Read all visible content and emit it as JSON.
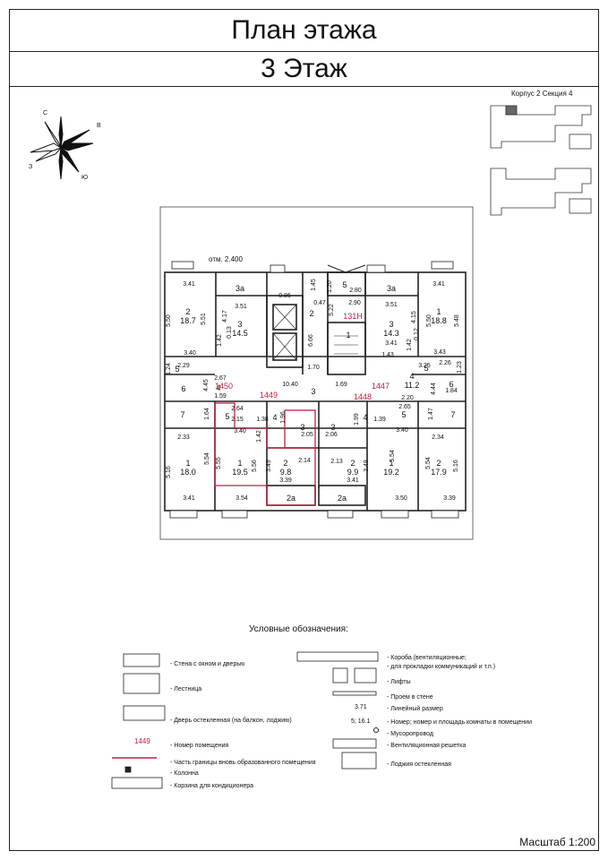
{
  "header": {
    "title": "План этажа",
    "floor": "3 Этаж"
  },
  "keyplan": {
    "label": "Корпус 2 Секция 4"
  },
  "compass": {
    "n": "С",
    "e": "В",
    "s": "Ю",
    "w": "З"
  },
  "plan": {
    "elevation": "отм. 2.400",
    "dims": [
      {
        "name": "d-341-tl",
        "text": "3.41"
      },
      {
        "name": "d-550-l",
        "text": "5.50"
      },
      {
        "name": "d-551-l",
        "text": "5.51"
      },
      {
        "name": "d-340-l",
        "text": "3.40"
      },
      {
        "name": "d-351-l",
        "text": "3.51"
      },
      {
        "name": "d-417-l",
        "text": "4.17"
      },
      {
        "name": "d-142-l",
        "text": "1.42"
      },
      {
        "name": "d-013-l",
        "text": "0.13"
      },
      {
        "name": "d-086",
        "text": "0.86"
      },
      {
        "name": "d-145",
        "text": "1.45"
      },
      {
        "name": "d-120",
        "text": "1.20"
      },
      {
        "name": "d-280",
        "text": "2.80"
      },
      {
        "name": "d-047",
        "text": "0.47"
      },
      {
        "name": "d-522",
        "text": "5.22"
      },
      {
        "name": "d-290",
        "text": "2.90"
      },
      {
        "name": "d-666",
        "text": "6.66"
      },
      {
        "name": "d-170",
        "text": "1.70"
      },
      {
        "name": "d-351-r",
        "text": "3.51"
      },
      {
        "name": "d-415-r",
        "text": "4.15"
      },
      {
        "name": "d-341-r",
        "text": "3.41"
      },
      {
        "name": "d-012-r",
        "text": "0.12"
      },
      {
        "name": "d-142-r",
        "text": "1.42"
      },
      {
        "name": "d-143",
        "text": "1.43"
      },
      {
        "name": "d-341-tr",
        "text": "3.41"
      },
      {
        "name": "d-550-r",
        "text": "5.50"
      },
      {
        "name": "d-548-r",
        "text": "5.48"
      },
      {
        "name": "d-343-r",
        "text": "3.43"
      },
      {
        "name": "d-124",
        "text": "1.24"
      },
      {
        "name": "d-229",
        "text": "2.29"
      },
      {
        "name": "d-267",
        "text": "2.67"
      },
      {
        "name": "d-445",
        "text": "4.45"
      },
      {
        "name": "d-159",
        "text": "1.59"
      },
      {
        "name": "d-1040",
        "text": "10.40"
      },
      {
        "name": "d-169",
        "text": "1.69"
      },
      {
        "name": "d-325",
        "text": "3.25"
      },
      {
        "name": "d-226",
        "text": "2.26"
      },
      {
        "name": "d-123",
        "text": "1.23"
      },
      {
        "name": "d-444",
        "text": "4.44"
      },
      {
        "name": "d-220",
        "text": "2.20"
      },
      {
        "name": "d-184",
        "text": "1.84"
      },
      {
        "name": "d-164",
        "text": "1.64"
      },
      {
        "name": "d-264",
        "text": "2.64"
      },
      {
        "name": "d-215",
        "text": "2.15"
      },
      {
        "name": "d-138",
        "text": "1.38"
      },
      {
        "name": "d-196",
        "text": "1.96"
      },
      {
        "name": "d-199",
        "text": "1.99"
      },
      {
        "name": "d-265",
        "text": "2.65"
      },
      {
        "name": "d-139",
        "text": "1.39"
      },
      {
        "name": "d-147",
        "text": "1.47"
      },
      {
        "name": "d-233",
        "text": "2.33"
      },
      {
        "name": "d-340-b",
        "text": "3.40"
      },
      {
        "name": "d-142-b",
        "text": "1.42"
      },
      {
        "name": "d-205",
        "text": "2.05"
      },
      {
        "name": "d-206",
        "text": "2.06"
      },
      {
        "name": "d-340-b2",
        "text": "3.40"
      },
      {
        "name": "d-234",
        "text": "2.34"
      },
      {
        "name": "d-516-l",
        "text": "5.16"
      },
      {
        "name": "d-555",
        "text": "5.55"
      },
      {
        "name": "d-554-l",
        "text": "5.54"
      },
      {
        "name": "d-556",
        "text": "5.56"
      },
      {
        "name": "d-349-l",
        "text": "3.49"
      },
      {
        "name": "d-214",
        "text": "2.14"
      },
      {
        "name": "d-213",
        "text": "2.13"
      },
      {
        "name": "d-349-r",
        "text": "3.49"
      },
      {
        "name": "d-554-r",
        "text": "5.54"
      },
      {
        "name": "d-554-r2",
        "text": "5.54"
      },
      {
        "name": "d-516-r",
        "text": "5.16"
      },
      {
        "name": "d-339-c",
        "text": "3.39"
      },
      {
        "name": "d-341-c",
        "text": "3.41"
      },
      {
        "name": "d-341-bl",
        "text": "3.41"
      },
      {
        "name": "d-354",
        "text": "3.54"
      },
      {
        "name": "d-350",
        "text": "3.50"
      },
      {
        "name": "d-339-br",
        "text": "3.39"
      }
    ],
    "rooms": [
      {
        "name": "room-2-187",
        "num": "2",
        "area": "18.7"
      },
      {
        "name": "room-3-145",
        "num": "3",
        "area": "14.5"
      },
      {
        "name": "room-3a-l",
        "num": "3а",
        "area": ""
      },
      {
        "name": "room-5-top",
        "num": "5",
        "area": ""
      },
      {
        "name": "room-2-core",
        "num": "2",
        "area": ""
      },
      {
        "name": "room-1-stair",
        "num": "1",
        "area": ""
      },
      {
        "name": "room-3a-r",
        "num": "3а",
        "area": ""
      },
      {
        "name": "room-3-143",
        "num": "3",
        "area": "14.3"
      },
      {
        "name": "room-1-188",
        "num": "1",
        "area": "18.8"
      },
      {
        "name": "room-5-l",
        "num": "5",
        "area": ""
      },
      {
        "name": "room-4-l",
        "num": "4",
        "area": ""
      },
      {
        "name": "room-6-l",
        "num": "6",
        "area": ""
      },
      {
        "name": "room-3-corr",
        "num": "3",
        "area": ""
      },
      {
        "name": "room-4-112",
        "num": "4",
        "area": "11.2"
      },
      {
        "name": "room-5-r",
        "num": "5",
        "area": ""
      },
      {
        "name": "room-6-r",
        "num": "6",
        "area": ""
      },
      {
        "name": "room-7-l",
        "num": "7",
        "area": ""
      },
      {
        "name": "room-7-r",
        "num": "7",
        "area": ""
      },
      {
        "name": "room-5-ml",
        "num": "5",
        "area": ""
      },
      {
        "name": "room-4-ml",
        "num": "4",
        "area": ""
      },
      {
        "name": "room-3-ml",
        "num": "3",
        "area": ""
      },
      {
        "name": "room-3-mr",
        "num": "3",
        "area": ""
      },
      {
        "name": "room-4-mr",
        "num": "4",
        "area": ""
      },
      {
        "name": "room-5-mr",
        "num": "5",
        "area": ""
      },
      {
        "name": "room-1-180",
        "num": "1",
        "area": "18.0"
      },
      {
        "name": "room-1-195",
        "num": "1",
        "area": "19.5"
      },
      {
        "name": "room-2-98",
        "num": "2",
        "area": "9.8"
      },
      {
        "name": "room-2-99",
        "num": "2",
        "area": "9.9"
      },
      {
        "name": "room-1-192",
        "num": "1",
        "area": "19.2"
      },
      {
        "name": "room-2-179",
        "num": "2",
        "area": "17.9"
      },
      {
        "name": "room-2a-l",
        "num": "2а",
        "area": ""
      },
      {
        "name": "room-2a-r",
        "num": "2а",
        "area": ""
      }
    ],
    "premises": [
      "1450",
      "1449",
      "1447",
      "1448",
      "131Н"
    ]
  },
  "legend": {
    "title": "Условные обозначения:",
    "items": [
      "Стена с окном и дверью",
      "Лестница",
      "Дверь остекленная (на балкон, лоджию)",
      "Номер помещения",
      "Часть границы вновь образованного помещения",
      "Колонна",
      "Корзина для кондиционера",
      "Короба  (вентиляционные;",
      "для прокладки коммуникаций и т.п.)",
      "Лифты",
      "Проем в стене",
      "Линейный размер",
      "Номер; номер и площадь комнаты в помещении",
      "Мусоропровод",
      "Вентиляционная решетка",
      "Лоджия остекленная"
    ],
    "samples": {
      "room_number": "1449",
      "dim": "3.71",
      "room": "5; 16.1"
    }
  },
  "scale": "Масштаб 1:200",
  "colors": {
    "line": "#1a1a1a",
    "red": "#c0203a",
    "wall": "#2a2a2a"
  }
}
